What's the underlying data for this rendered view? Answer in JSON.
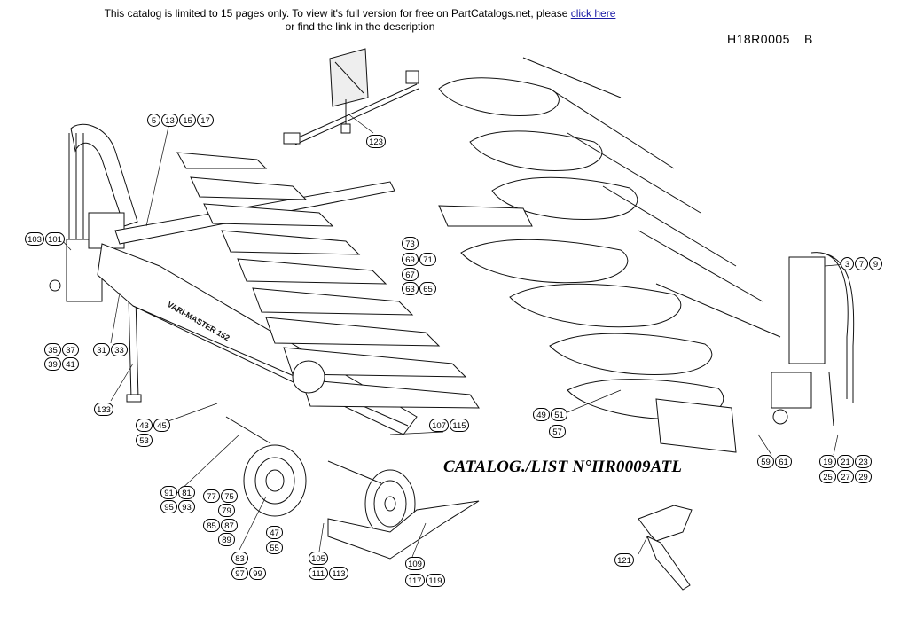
{
  "banner": {
    "line1_prefix": "This catalog is limited to 15 pages only. To view it's full version for free on PartCatalogs.net, please ",
    "link_text": "click here",
    "line2": "or find the link in the description"
  },
  "doc_code": {
    "code": "H18R0005",
    "revision": "B"
  },
  "catalog_list": "CATALOG./LIST N°HR0009ATL",
  "machine_text": {
    "model_decal": "VARI-MASTER 152"
  },
  "callouts": [
    [
      "5",
      "13",
      "15",
      "17"
    ],
    [
      "123"
    ],
    [
      "103",
      "101"
    ],
    [
      "73"
    ],
    [
      "69",
      "71"
    ],
    [
      "67"
    ],
    [
      "63",
      "65"
    ],
    [
      "3",
      "7",
      "9"
    ],
    [
      "35",
      "37"
    ],
    [
      "39",
      "41"
    ],
    [
      "31",
      "33"
    ],
    [
      "133"
    ],
    [
      "43",
      "45"
    ],
    [
      "53"
    ],
    [
      "107",
      "115"
    ],
    [
      "49",
      "51"
    ],
    [
      "57"
    ],
    [
      "59",
      "61"
    ],
    [
      "19",
      "21",
      "23"
    ],
    [
      "25",
      "27",
      "29"
    ],
    [
      "91",
      "81"
    ],
    [
      "95",
      "93"
    ],
    [
      "77",
      "75"
    ],
    [
      "79"
    ],
    [
      "85",
      "87"
    ],
    [
      "89"
    ],
    [
      "47"
    ],
    [
      "55"
    ],
    [
      "83"
    ],
    [
      "97",
      "99"
    ],
    [
      "105"
    ],
    [
      "111",
      "113"
    ],
    [
      "109"
    ],
    [
      "117",
      "119"
    ],
    [
      "121"
    ]
  ]
}
